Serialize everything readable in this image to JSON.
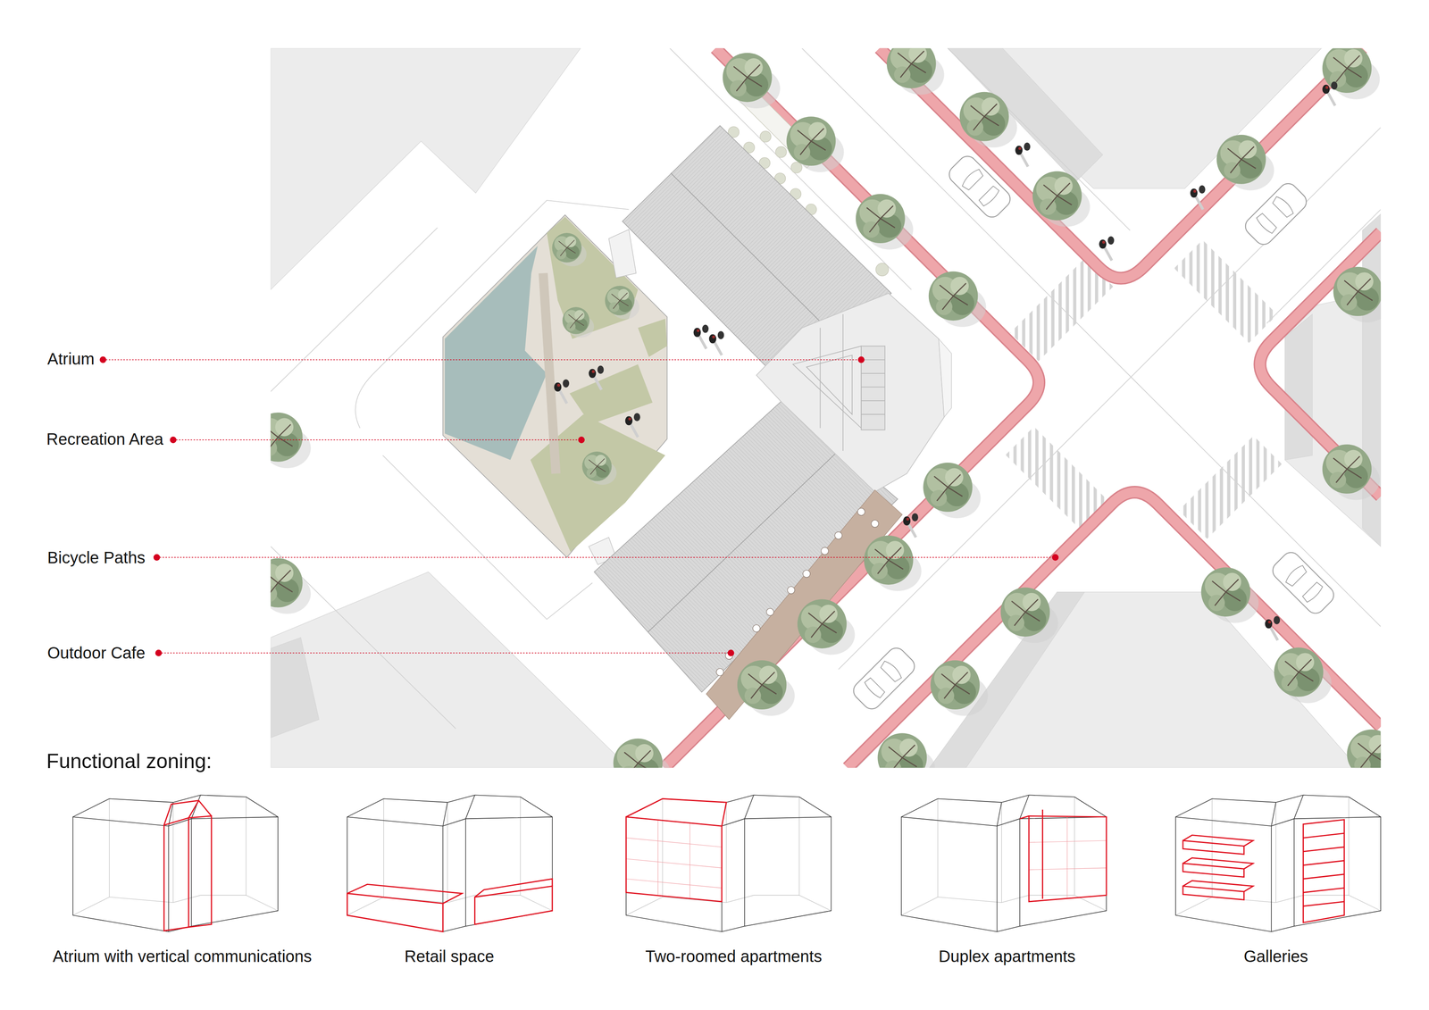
{
  "diagram": {
    "title": "Functional zoning:",
    "labels": [
      "Atrium",
      "Recreation Area",
      "Bicycle Paths",
      "Outdoor Cafe",
      "Atrium with vertical communications",
      "Retail space",
      "Two-roomed apartments",
      "Duplex apartments",
      "Galleries"
    ]
  }
}
